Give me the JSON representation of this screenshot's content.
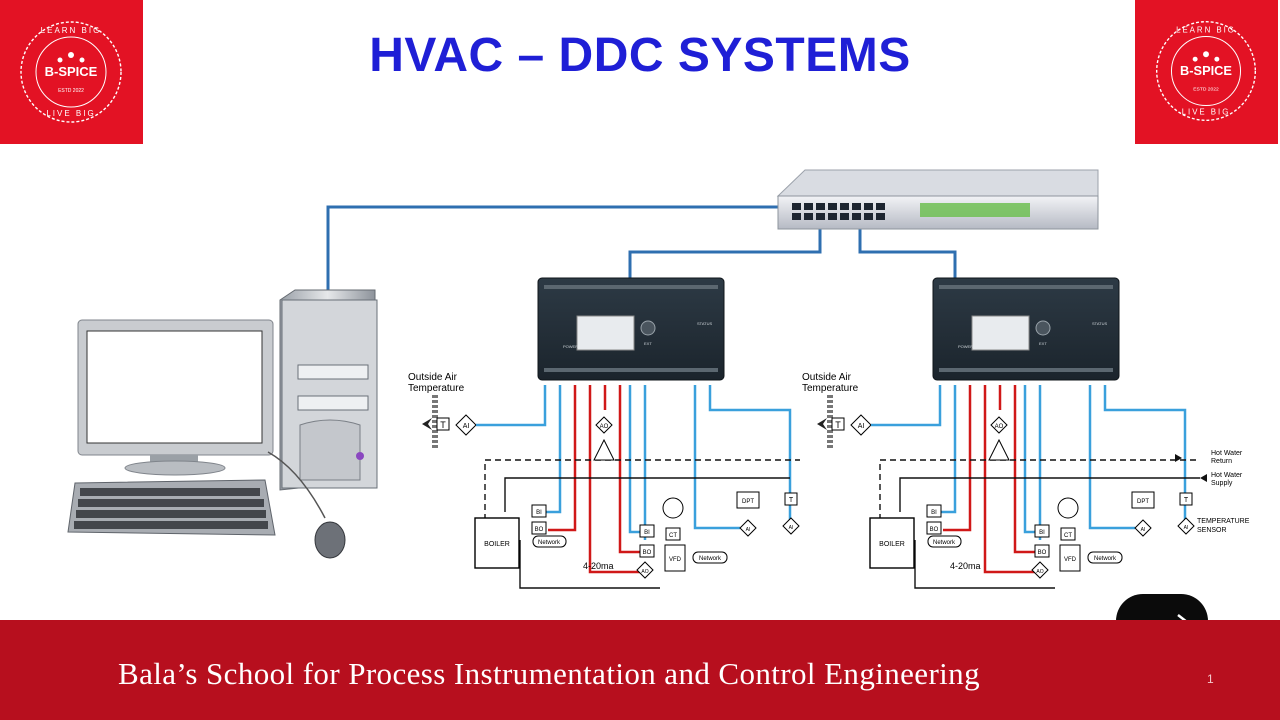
{
  "slide": {
    "title": "HVAC – DDC SYSTEMS",
    "footer_text": "Bala’s School for Process Instrumentation and Control Engineering",
    "page_number": "1"
  },
  "logo": {
    "brand": "B-SPICE",
    "arc_top": "LEARN BIG",
    "arc_bottom": "LIVE BIG",
    "estd": "ESTD 2022"
  },
  "nav": {
    "next_icon": "arrow-right-icon"
  },
  "diagram": {
    "panels": [
      {
        "oat_label_1": "Outside Air",
        "oat_label_2": "Temperature",
        "boiler": "BOILER",
        "signal": "4-20ma",
        "network": "Network",
        "tags": {
          "t": "T",
          "ai": "AI",
          "ao": "AO",
          "bi": "BI",
          "bo": "BO",
          "ct": "CT",
          "vfd": "VFD",
          "dpt": "DPT"
        }
      },
      {
        "oat_label_1": "Outside Air",
        "oat_label_2": "Temperature",
        "boiler": "BOILER",
        "signal": "4-20ma",
        "network": "Network",
        "hot_water_return_1": "Hot Water",
        "hot_water_return_2": "Return",
        "hot_water_supply_1": "Hot Water",
        "hot_water_supply_2": "Supply",
        "temp_sensor_1": "TEMPERATURE",
        "temp_sensor_2": "SENSOR",
        "tags": {
          "t": "T",
          "ai": "AI",
          "ao": "AO",
          "bi": "BI",
          "bo": "BO",
          "ct": "CT",
          "vfd": "VFD",
          "dpt": "DPT"
        }
      }
    ],
    "controller_labels": {
      "power": "POWER",
      "status": "STATUS",
      "ext": "EXT"
    }
  },
  "colors": {
    "brand_red": "#e31224",
    "footer_red": "#b70f1e",
    "title_blue": "#1f1fd6",
    "network_blue": "#2f6fb0",
    "signal_red": "#d01818",
    "sensor_blue": "#3aa0dc"
  }
}
